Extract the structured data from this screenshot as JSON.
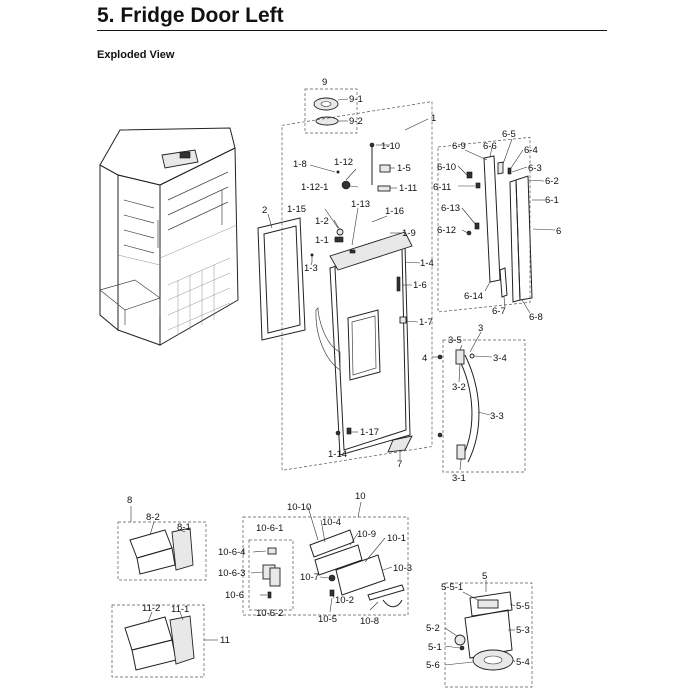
{
  "header": {
    "title": "5.  Fridge Door Left",
    "section": "Exploded View"
  },
  "labels": {
    "p1": "1",
    "p1_2": "1-2",
    "p1_1": "1-1",
    "p1_3": "1-3",
    "p1_4": "1-4",
    "p1_5": "1-5",
    "p1_6": "1-6",
    "p1_7": "1-7",
    "p1_8": "1-8",
    "p1_9": "1-9",
    "p1_10": "1-10",
    "p1_11": "1-11",
    "p1_12": "1-12",
    "p1_12_1": "1-12-1",
    "p1_13": "1-13",
    "p1_14": "1-14",
    "p1_15": "1-15",
    "p1_16": "1-16",
    "p1_17": "1-17",
    "p2": "2",
    "p3": "3",
    "p3_1": "3-1",
    "p3_2": "3-2",
    "p3_3": "3-3",
    "p3_4": "3-4",
    "p3_5": "3-5",
    "p4": "4",
    "p5": "5",
    "p5_1": "5-1",
    "p5_2": "5-2",
    "p5_3": "5-3",
    "p5_4": "5-4",
    "p5_5": "5-5",
    "p5_5_1": "5-5-1",
    "p5_6": "5-6",
    "p6": "6",
    "p6_1": "6-1",
    "p6_2": "6-2",
    "p6_3": "6-3",
    "p6_4": "6-4",
    "p6_5": "6-5",
    "p6_6": "6-6",
    "p6_7": "6-7",
    "p6_8": "6-8",
    "p6_9": "6-9",
    "p6_10": "6-10",
    "p6_11": "6-11",
    "p6_12": "6-12",
    "p6_13": "6-13",
    "p6_14": "6-14",
    "p7": "7",
    "p8": "8",
    "p8_1": "8-1",
    "p8_2": "8-2",
    "p9": "9",
    "p9_1": "9-1",
    "p9_2": "9-2",
    "p10": "10",
    "p10_1": "10-1",
    "p10_2": "10-2",
    "p10_3": "10-3",
    "p10_4": "10-4",
    "p10_5": "10-5",
    "p10_6": "10-6",
    "p10_6_1": "10-6-1",
    "p10_6_2": "10-6-2",
    "p10_6_3": "10-6-3",
    "p10_6_4": "10-6-4",
    "p10_7": "10-7",
    "p10_8": "10-8",
    "p10_9": "10-9",
    "p10_10": "10-10",
    "p11": "11",
    "p11_1": "11-1",
    "p11_2": "11-2"
  }
}
